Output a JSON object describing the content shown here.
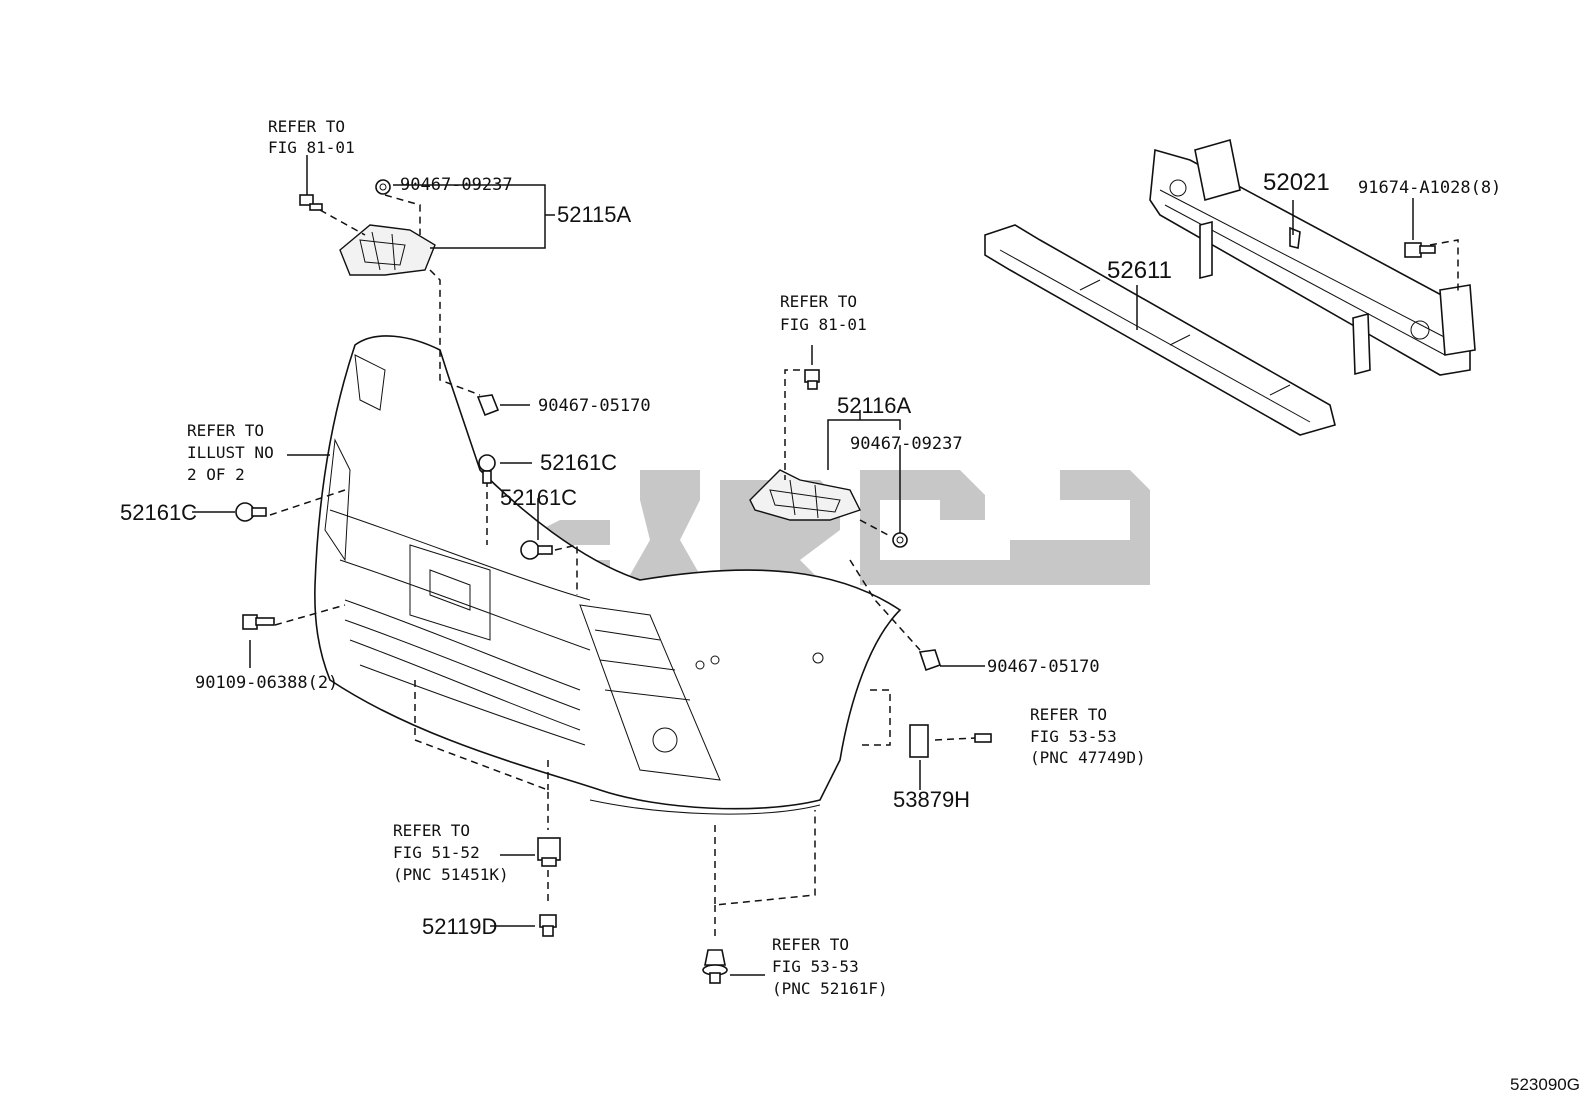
{
  "diagram_code": "523090G",
  "refs": {
    "top_left": [
      "REFER TO",
      "FIG 81-01"
    ],
    "mid_center": [
      "REFER TO",
      "FIG 81-01"
    ],
    "illust": [
      "REFER TO",
      "ILLUST NO",
      "2 OF 2"
    ],
    "fig_51_52": [
      "REFER TO",
      "FIG 51-52",
      "(PNC 51451K)"
    ],
    "fig_53_53_a": [
      "REFER TO",
      "FIG 53-53",
      "(PNC 47749D)"
    ],
    "fig_53_53_b": [
      "REFER TO",
      "FIG 53-53",
      "(PNC 52161F)"
    ]
  },
  "parts": {
    "p_90467_09237_a": "90467-09237",
    "p_52115A": "52115A",
    "p_90467_05170_a": "90467-05170",
    "p_52161C_a": "52161C",
    "p_52161C_b": "52161C",
    "p_52161C_c": "52161C",
    "p_90109_06388": "90109-06388(2)",
    "p_52116A": "52116A",
    "p_90467_09237_b": "90467-09237",
    "p_90467_05170_b": "90467-05170",
    "p_53879H": "53879H",
    "p_52119D": "52119D",
    "p_52021": "52021",
    "p_91674": "91674-A1028(8)",
    "p_52611": "52611"
  },
  "colors": {
    "ink": "#111111",
    "watermark": "#bdbdbd"
  }
}
